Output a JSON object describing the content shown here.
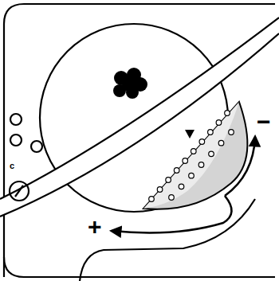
{
  "diagram": {
    "labels": [
      "+",
      "−",
      "c"
    ]
  }
}
